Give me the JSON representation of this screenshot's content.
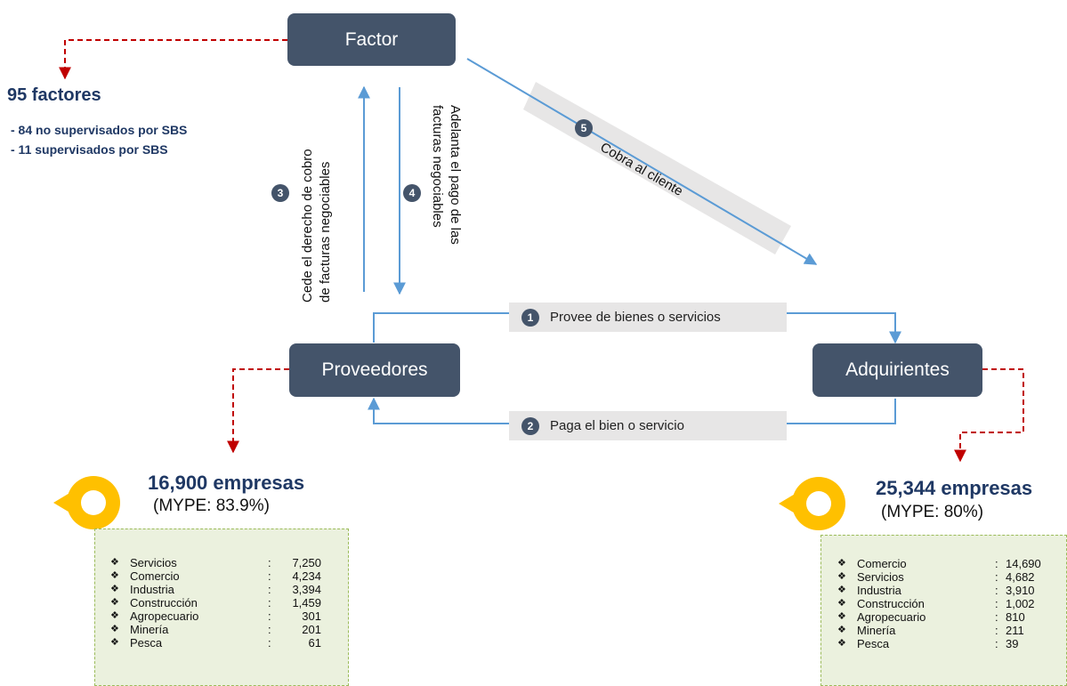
{
  "nodes": {
    "factor": "Factor",
    "proveedores": "Proveedores",
    "adquirientes": "Adquirientes"
  },
  "flows": [
    {
      "step": "1",
      "label": "Provee de bienes o servicios"
    },
    {
      "step": "2",
      "label": "Paga el bien o servicio"
    },
    {
      "step": "3",
      "label_line1": "Cede el derecho de cobro",
      "label_line2": "de facturas negociables"
    },
    {
      "step": "4",
      "label_line1": "Adelanta el pago de las",
      "label_line2": "facturas negociables"
    },
    {
      "step": "5",
      "label": "Cobra al cliente"
    }
  ],
  "factores": {
    "title": "95 factores",
    "lines": [
      "- 84 no supervisados por SBS",
      "- 11 supervisados por SBS"
    ]
  },
  "proveedores_info": {
    "title": "16,900 empresas",
    "subtitle": "(MYPE: 83.9%)",
    "bullet": "❖",
    "rows": [
      {
        "sector": "Servicios",
        "value": "7,250"
      },
      {
        "sector": "Comercio",
        "value": "4,234"
      },
      {
        "sector": "Industria",
        "value": "3,394"
      },
      {
        "sector": "Construcción",
        "value": "1,459"
      },
      {
        "sector": "Agropecuario",
        "value": "301"
      },
      {
        "sector": "Minería",
        "value": "201"
      },
      {
        "sector": "Pesca",
        "value": "61"
      }
    ]
  },
  "adquirientes_info": {
    "title": "25,344 empresas",
    "subtitle": "(MYPE: 80%)",
    "bullet": "❖",
    "rows": [
      {
        "sector": "Comercio",
        "value": "14,690"
      },
      {
        "sector": "Servicios",
        "value": "4,682"
      },
      {
        "sector": "Industria",
        "value": "3,910"
      },
      {
        "sector": "Construcción",
        "value": "1,002"
      },
      {
        "sector": "Agropecuario",
        "value": "810"
      },
      {
        "sector": "Minería",
        "value": "211"
      },
      {
        "sector": "Pesca",
        "value": "39"
      }
    ]
  },
  "colors": {
    "node": "#44546a",
    "flow_arrow": "#5b9bd5",
    "dashed_arrow": "#c00000",
    "title_text": "#1f3864",
    "panel_bg": "#ebf1de",
    "panel_border": "#9bbb59",
    "pin": "#ffc000",
    "label_bg": "#e7e6e6"
  },
  "icons": [
    "location-pin-icon"
  ]
}
